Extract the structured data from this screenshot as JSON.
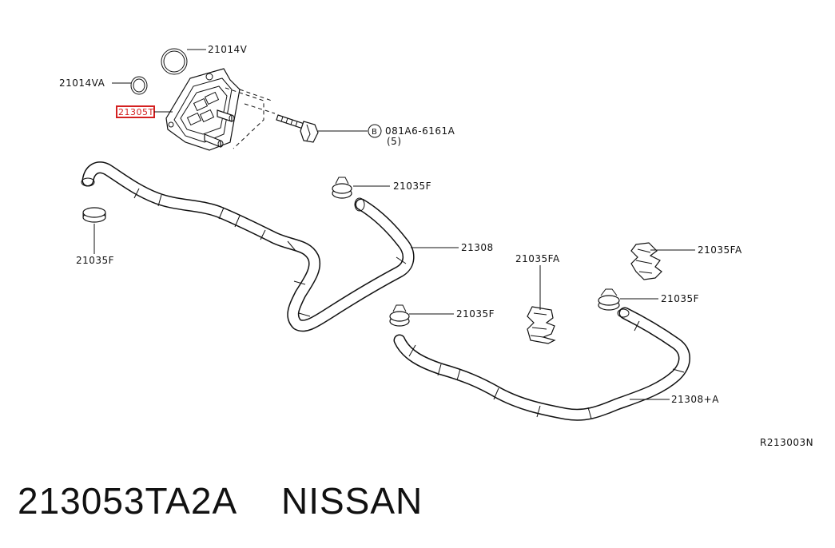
{
  "labels": {
    "oring_large": "21014V",
    "oring_small": "21014VA",
    "cooler_highlight": "21305T",
    "bolt_code": "081A6-6161A",
    "bolt_qty": "(5)",
    "bolt_symbol": "B",
    "clamp_left": "21035F",
    "clamp_upper": "21035F",
    "hose_upper": "21308",
    "clip_fa_left": "21035FA",
    "clip_fa_right": "21035FA",
    "clamp_mid": "21035F",
    "clamp_right": "21035F",
    "hose_lower": "21308+A",
    "diagram_code": "R213003N"
  },
  "footer": {
    "part_number": "213053TA2A",
    "brand": "NISSAN"
  },
  "colors": {
    "highlight": "#d42020",
    "line": "#111111"
  }
}
